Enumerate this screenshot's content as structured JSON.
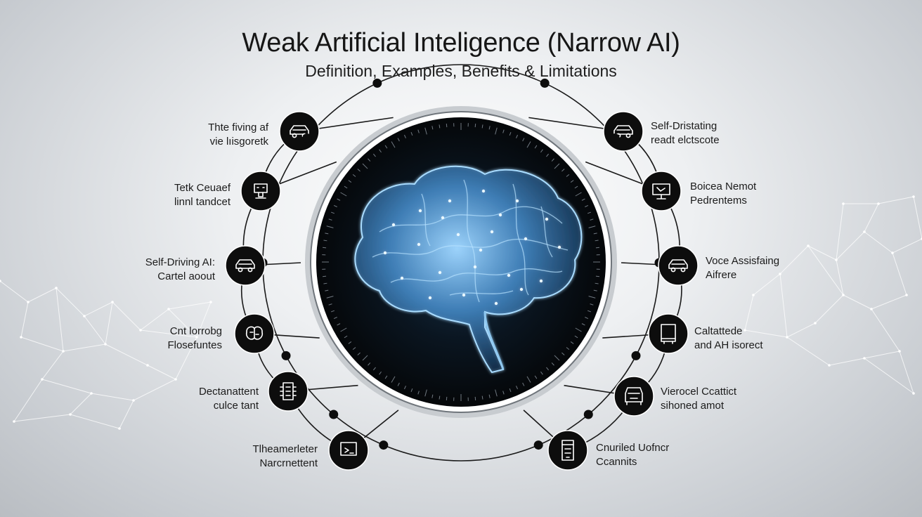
{
  "header": {
    "title": "Weak Artificial Inteligence (Narrow AI)",
    "subtitle": "Definition, Examples, Benefits & Limitations"
  },
  "center": {
    "icon": "brain-icon"
  },
  "colors": {
    "node": "#0d0d0d",
    "line": "#1a1a1a",
    "glow": "#7fd0ff",
    "brain": "#3f7fb8"
  },
  "nodes": [
    {
      "side": "left",
      "icon": "car-icon",
      "lines": [
        "Thte fiving af",
        "vie lıisgoretk"
      ]
    },
    {
      "side": "left",
      "icon": "robot-icon",
      "lines": [
        "Tetk Ceuaef",
        "linnl tandcet"
      ]
    },
    {
      "side": "left",
      "icon": "car-icon",
      "lines": [
        "Self-Driving AI:",
        "Cartel aoout"
      ]
    },
    {
      "side": "left",
      "icon": "brain-chip-icon",
      "lines": [
        "Cnt lorrobg",
        "Flosefuntes"
      ]
    },
    {
      "side": "left",
      "icon": "device-icon",
      "lines": [
        "Dectanattent",
        "culce tant"
      ]
    },
    {
      "side": "left",
      "icon": "chat-icon",
      "lines": [
        "Tlheamerleter",
        "Narcrnettent"
      ]
    },
    {
      "side": "right",
      "icon": "car-icon",
      "lines": [
        "Self-Dristating",
        "readt elctscote"
      ]
    },
    {
      "side": "right",
      "icon": "monitor-icon",
      "lines": [
        "Boicea Nemot",
        "Pedrentems"
      ]
    },
    {
      "side": "right",
      "icon": "car-icon",
      "lines": [
        "Voce Assisfaing",
        "Aifrere"
      ]
    },
    {
      "side": "right",
      "icon": "tablet-icon",
      "lines": [
        "Caltattede",
        "and AH isorect"
      ]
    },
    {
      "side": "right",
      "icon": "machine-icon",
      "lines": [
        "Vierocel Ccattict",
        "sihoned amot"
      ]
    },
    {
      "side": "right",
      "icon": "phone-icon",
      "lines": [
        "Cnuriled Uofncr",
        "Ccannits"
      ]
    }
  ]
}
